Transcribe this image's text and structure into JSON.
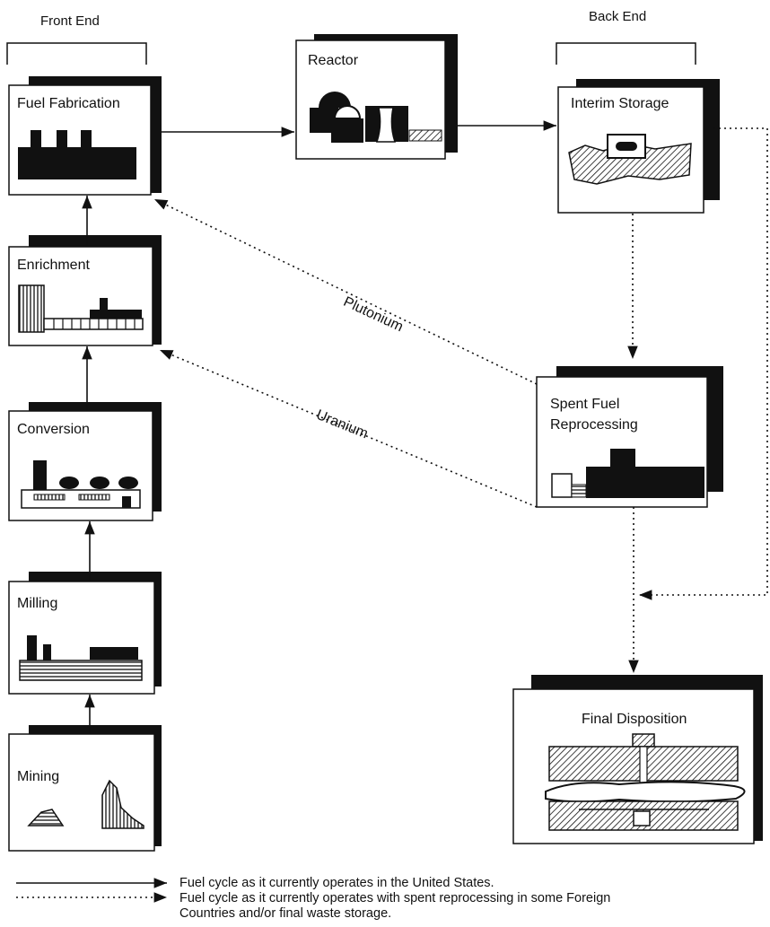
{
  "groups": {
    "front_end": "Front End",
    "back_end": "Back End"
  },
  "stages": {
    "fuel_fabrication": "Fuel Fabrication",
    "reactor": "Reactor",
    "interim_storage": "Interim Storage",
    "enrichment": "Enrichment",
    "conversion": "Conversion",
    "milling": "Milling",
    "mining": "Mining",
    "spent_fuel_reprocessing_line1": "Spent Fuel",
    "spent_fuel_reprocessing_line2": "Reprocessing",
    "final_disposition": "Final Disposition"
  },
  "flows": {
    "plutonium": "Plutonium",
    "uranium": "Uranium"
  },
  "legend": {
    "solid": "Fuel cycle as it currently operates in the United States.",
    "dotted_line1": "Fuel cycle as it currently operates with spent reprocessing in some Foreign",
    "dotted_line2": "Countries and/or final waste storage."
  }
}
